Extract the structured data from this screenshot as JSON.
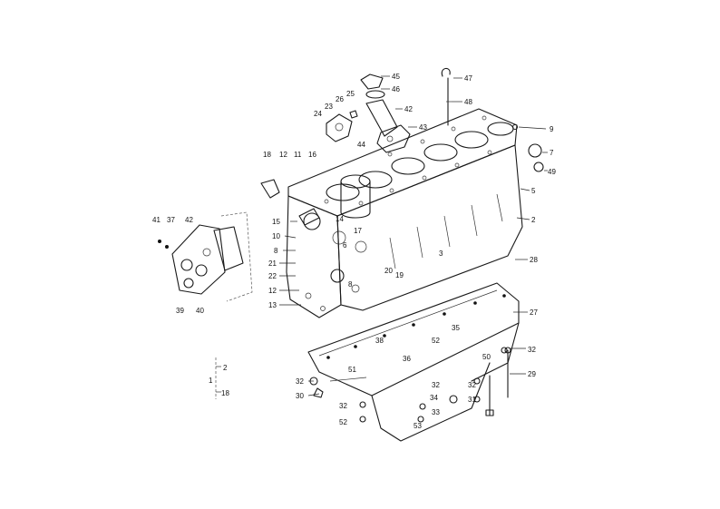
{
  "diagram": {
    "callouts": [
      {
        "id": "c45",
        "text": "45"
      },
      {
        "id": "c46",
        "text": "46"
      },
      {
        "id": "c47",
        "text": "47"
      },
      {
        "id": "c48",
        "text": "48"
      },
      {
        "id": "c42a",
        "text": "42"
      },
      {
        "id": "c43",
        "text": "43"
      },
      {
        "id": "c44",
        "text": "44"
      },
      {
        "id": "c24",
        "text": "24"
      },
      {
        "id": "c23",
        "text": "23"
      },
      {
        "id": "c26",
        "text": "26"
      },
      {
        "id": "c25",
        "text": "25"
      },
      {
        "id": "c9",
        "text": "9"
      },
      {
        "id": "c7",
        "text": "7"
      },
      {
        "id": "c49",
        "text": "49"
      },
      {
        "id": "c5",
        "text": "5"
      },
      {
        "id": "c2a",
        "text": "2"
      },
      {
        "id": "c18a",
        "text": "18"
      },
      {
        "id": "c12a",
        "text": "12"
      },
      {
        "id": "c11",
        "text": "11"
      },
      {
        "id": "c16",
        "text": "16"
      },
      {
        "id": "c15",
        "text": "15"
      },
      {
        "id": "c14",
        "text": "14"
      },
      {
        "id": "c17",
        "text": "17"
      },
      {
        "id": "c10",
        "text": "10"
      },
      {
        "id": "c6",
        "text": "6"
      },
      {
        "id": "c8a",
        "text": "8"
      },
      {
        "id": "c21",
        "text": "21"
      },
      {
        "id": "c22",
        "text": "22"
      },
      {
        "id": "c3",
        "text": "3"
      },
      {
        "id": "c20",
        "text": "20"
      },
      {
        "id": "c19",
        "text": "19"
      },
      {
        "id": "c8b",
        "text": "8"
      },
      {
        "id": "c12b",
        "text": "12"
      },
      {
        "id": "c13",
        "text": "13"
      },
      {
        "id": "c28",
        "text": "28"
      },
      {
        "id": "c27",
        "text": "27"
      },
      {
        "id": "c41",
        "text": "41"
      },
      {
        "id": "c37",
        "text": "37"
      },
      {
        "id": "c42b",
        "text": "42"
      },
      {
        "id": "c39",
        "text": "39"
      },
      {
        "id": "c40",
        "text": "40"
      },
      {
        "id": "c35",
        "text": "35"
      },
      {
        "id": "c38",
        "text": "38"
      },
      {
        "id": "c52a",
        "text": "52"
      },
      {
        "id": "c36",
        "text": "36"
      },
      {
        "id": "c51",
        "text": "51"
      },
      {
        "id": "c50",
        "text": "50"
      },
      {
        "id": "c32a",
        "text": "32"
      },
      {
        "id": "c29",
        "text": "29"
      },
      {
        "id": "c32b",
        "text": "32"
      },
      {
        "id": "c30",
        "text": "30"
      },
      {
        "id": "c34",
        "text": "34"
      },
      {
        "id": "c32c",
        "text": "32"
      },
      {
        "id": "c33",
        "text": "33"
      },
      {
        "id": "c31",
        "text": "31"
      },
      {
        "id": "c32d",
        "text": "32"
      },
      {
        "id": "c52b",
        "text": "52"
      },
      {
        "id": "c53",
        "text": "53"
      },
      {
        "id": "c32e",
        "text": "32"
      }
    ],
    "legend_group": {
      "marker": "1",
      "items": [
        "2",
        "18"
      ]
    }
  }
}
